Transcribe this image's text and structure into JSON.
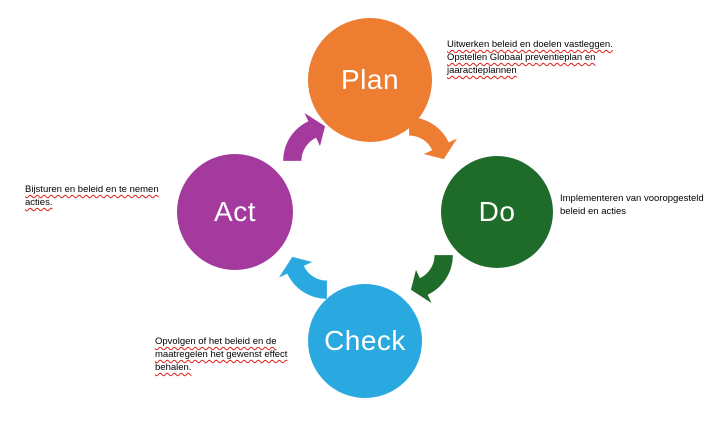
{
  "nodes": {
    "plan": {
      "label": "Plan",
      "color": "#ED7D31"
    },
    "do": {
      "label": "Do",
      "color": "#1E6B2A"
    },
    "check": {
      "label": "Check",
      "color": "#29A9E0"
    },
    "act": {
      "label": "Act",
      "color": "#A53A9E"
    }
  },
  "arrows": {
    "plan_to_do": {
      "color": "#ED7D31"
    },
    "do_to_check": {
      "color": "#1E6B2A"
    },
    "check_to_act": {
      "color": "#29A9E0"
    },
    "act_to_plan": {
      "color": "#A53A9E"
    }
  },
  "notes": {
    "plan": {
      "text": "Uitwerken beleid en doelen vastleggen. Opstellen Globaal preventieplan en jaaractieplannen",
      "spellcheck_underline": true
    },
    "do": {
      "text": "Implementeren van vooropgesteld beleid en acties",
      "spellcheck_underline": false
    },
    "act": {
      "text": "Bijsturen en beleid en te nemen acties.",
      "spellcheck_underline": true
    },
    "check": {
      "text": "Opvolgen of het beleid en de maatregelen het gewenst effect behalen.",
      "spellcheck_underline": true
    }
  },
  "spellcheck_underline_color": "#E31B1B"
}
